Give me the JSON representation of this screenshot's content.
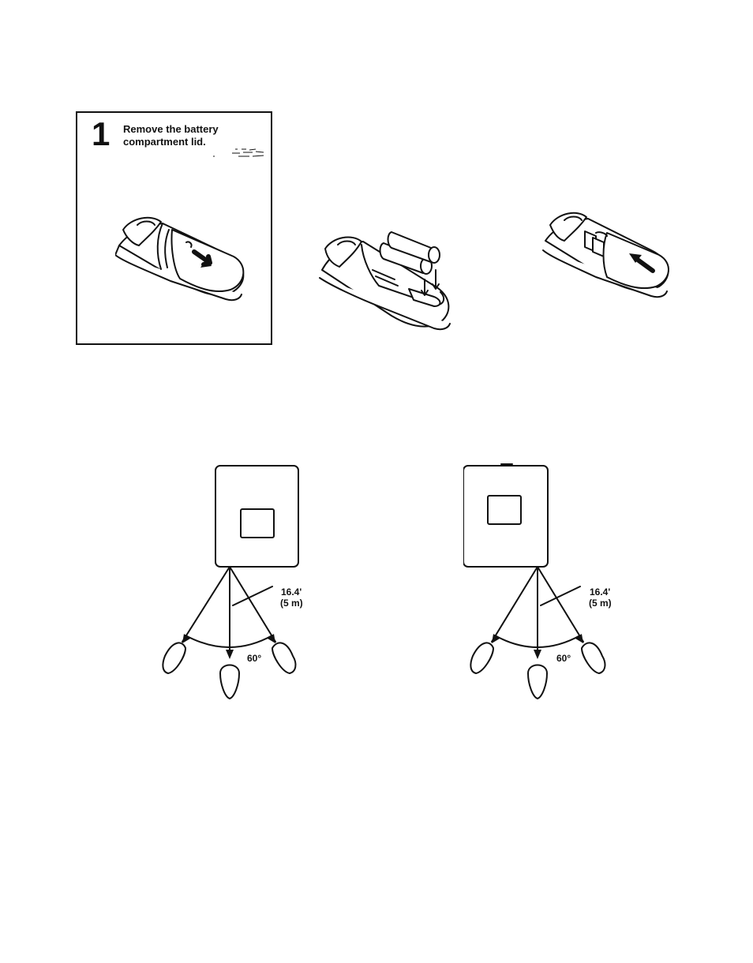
{
  "step": {
    "number": "1",
    "line1": "Remove the battery",
    "line2": "compartment lid."
  },
  "diagrams": [
    {
      "distance": "16.4'",
      "distance_metric": "(5 m)",
      "angle": "60°"
    },
    {
      "distance": "16.4'",
      "distance_metric": "(5 m)",
      "angle": "60°"
    }
  ],
  "colors": {
    "ink": "#111111",
    "paper": "#ffffff"
  }
}
